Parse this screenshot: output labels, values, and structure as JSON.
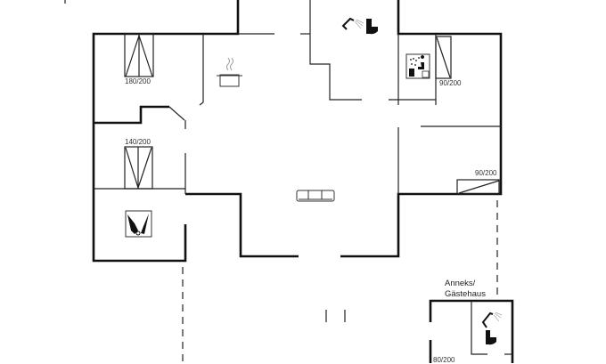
{
  "floorplan": {
    "beds": [
      {
        "label": "180/200"
      },
      {
        "label": "140/200"
      },
      {
        "label": "90/200"
      },
      {
        "label": "90/200"
      },
      {
        "label": "80/200"
      }
    ],
    "annex": {
      "line1": "Anneks/",
      "line2": "Gästehaus"
    },
    "icons": [
      "cooking-pot-icon",
      "shower-toilet-icon",
      "sauna-icon",
      "sofa-icon",
      "utility-room-icon",
      "annex-shower-toilet-icon"
    ]
  }
}
